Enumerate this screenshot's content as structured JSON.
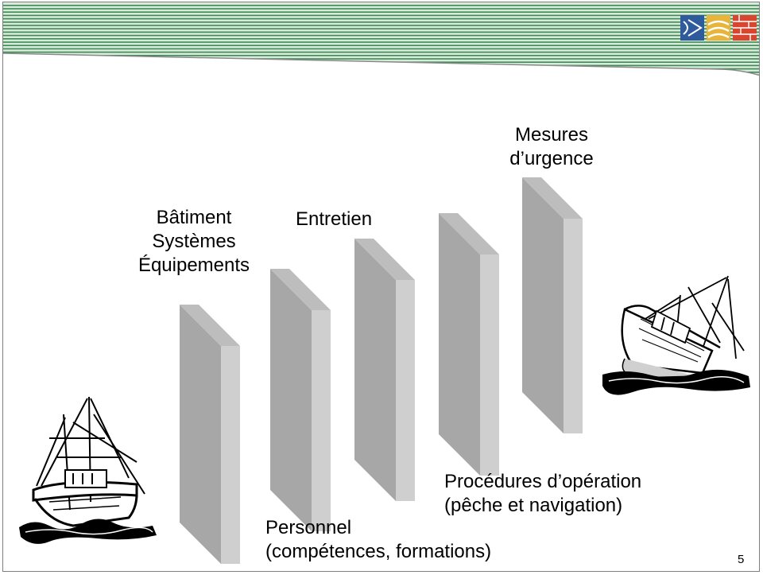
{
  "slide": {
    "page_number": "5",
    "barriers": [
      {
        "label": "Bâtiment\nSystèmes\nÉquipements"
      },
      {
        "label": "Personnel\n(compétences, formations)"
      },
      {
        "label": "Entretien"
      },
      {
        "label": "Procédures d’opération\n(pêche et navigation)"
      },
      {
        "label": "Mesures\nd’urgence"
      }
    ],
    "images": {
      "left_boat": "fishing boat upright",
      "right_boat": "sinking fishing boat"
    },
    "colors": {
      "header_stripes": "#3d8a56",
      "wall_front": "#a7a7a7",
      "wall_side": "#cfcfcf",
      "wall_top": "#bdbdbd"
    }
  }
}
